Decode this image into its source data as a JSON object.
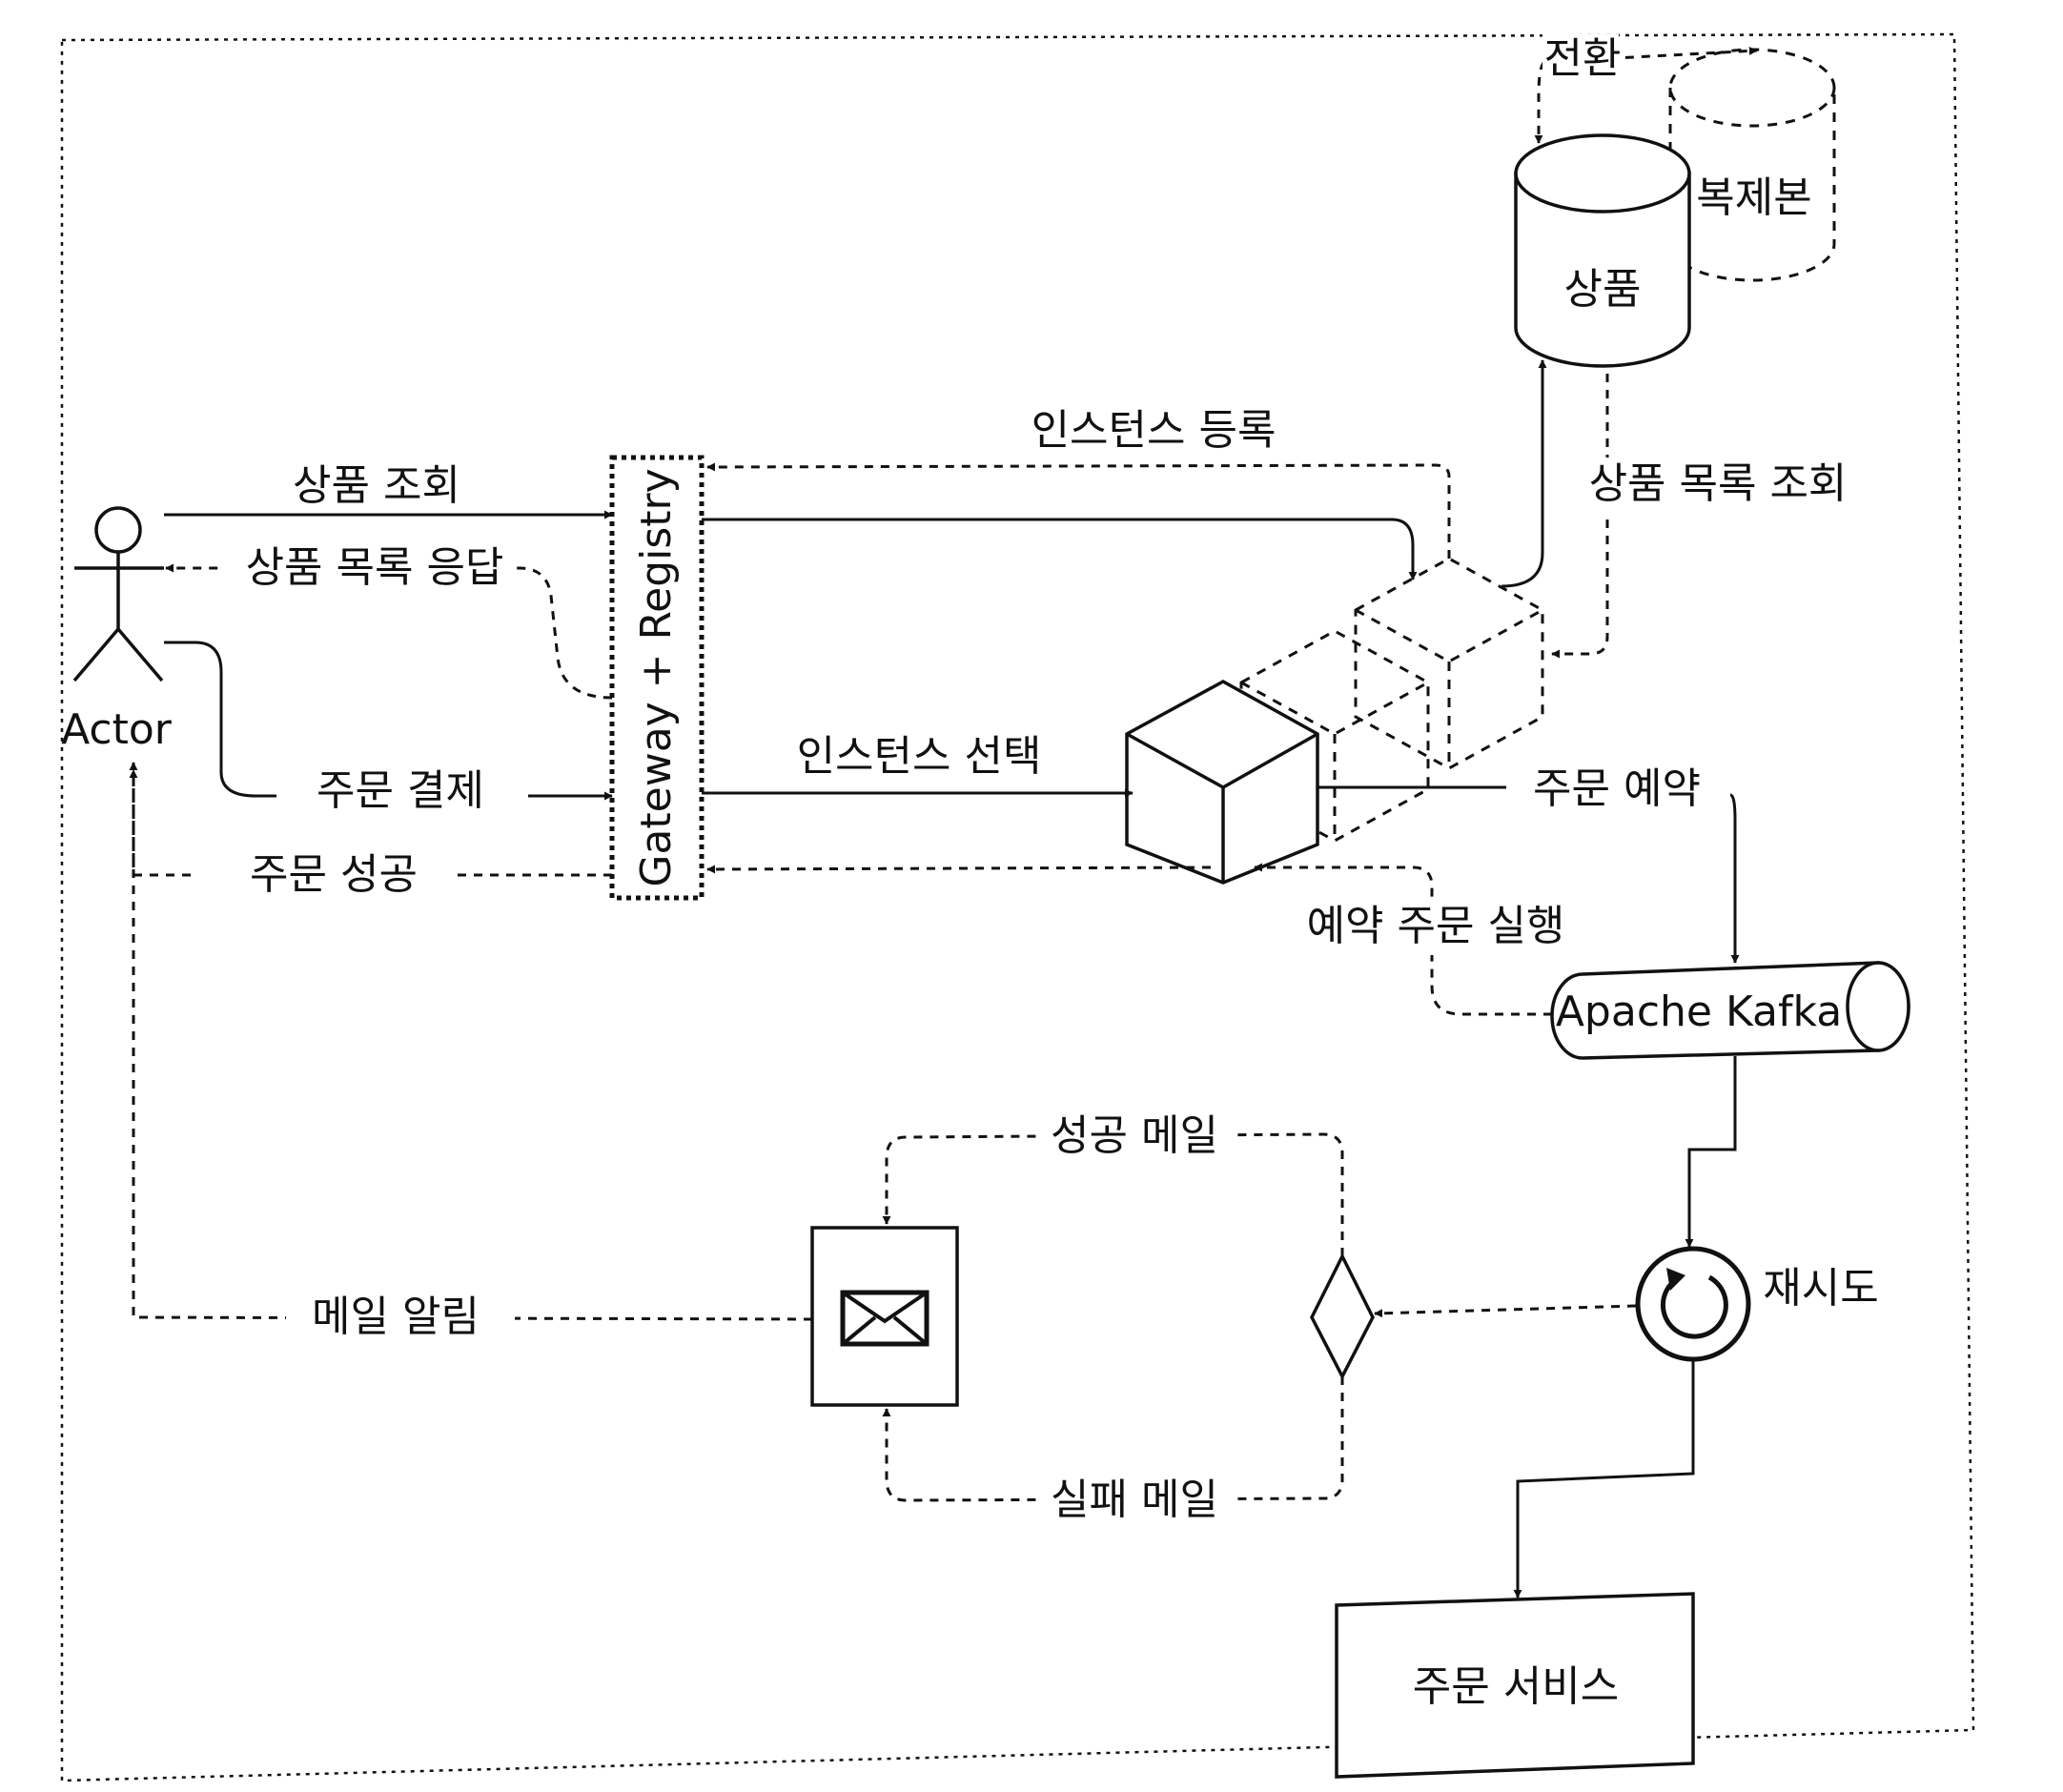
{
  "nodes": {
    "actor": "Actor",
    "gateway": "Gateway + Registry",
    "product_db": "상품",
    "replica_db": "복제본",
    "kafka": "Apache Kafka",
    "retry": "재시도",
    "order_service": "주문 서비스"
  },
  "edges": {
    "product_query": "상품 조회",
    "product_list_response": "상품 목록 응답",
    "order_payment": "주문 결제",
    "order_success": "주문 성공",
    "instance_register": "인스턴스 등록",
    "instance_select": "인스턴스 선택",
    "product_list_query": "상품 목록 조회",
    "switch": "전환",
    "order_reserve": "주문 예약",
    "reserved_order_exec": "예약 주문 실행",
    "success_mail": "성공 메일",
    "fail_mail": "실패 메일",
    "mail_notify": "메일 알림"
  },
  "icons": {
    "mail": "envelope-icon",
    "retry": "refresh-icon"
  }
}
